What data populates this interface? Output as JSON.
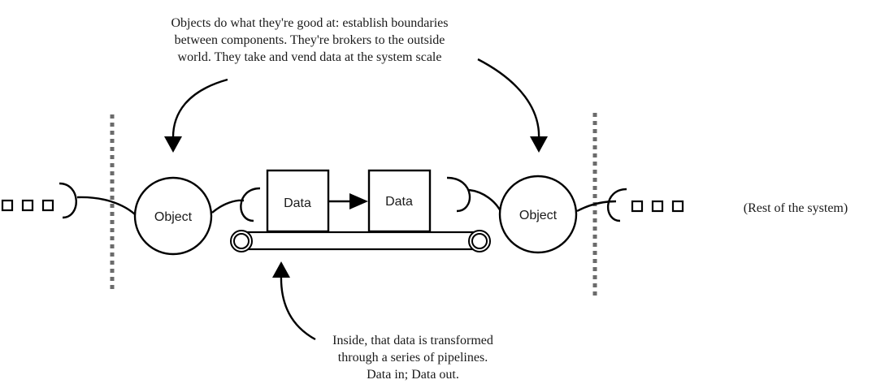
{
  "annotations": {
    "top": {
      "lines": [
        "Objects do what they're good at: establish boundaries",
        "between components. They're brokers to the outside",
        "world. They take and vend data at the system scale"
      ]
    },
    "bottom": {
      "lines": [
        "Inside, that data is transformed",
        "through a series of pipelines.",
        "Data in; Data out."
      ]
    },
    "rest_of_system": "(Rest of the system)"
  },
  "nodes": {
    "left_object": "Object",
    "right_object": "Object",
    "data_1": "Data",
    "data_2": "Data"
  },
  "colors": {
    "stroke": "#000000",
    "boundary": "#6b6b6b",
    "text": "#1a1a1a",
    "background": "#ffffff"
  }
}
